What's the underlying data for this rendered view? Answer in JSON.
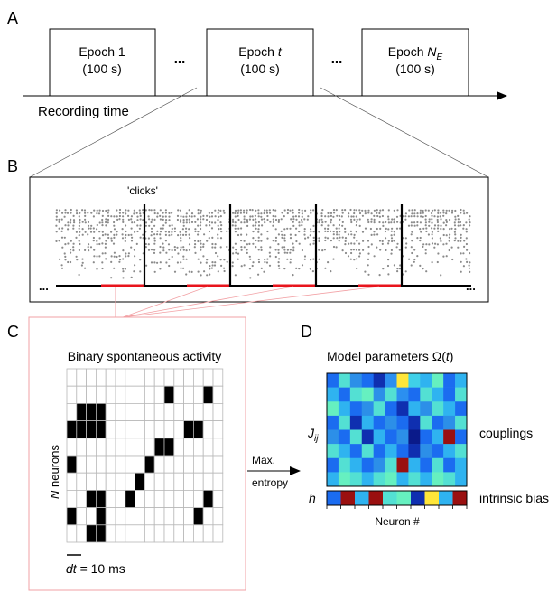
{
  "panels": {
    "a": "A",
    "b": "B",
    "c": "C",
    "d": "D"
  },
  "epochs": [
    {
      "line1": "Epoch 1",
      "line2": "(100 s)"
    },
    {
      "line1": "Epoch ",
      "line1_italic": "t",
      "line2": "(100 s)"
    },
    {
      "line1": "Epoch ",
      "line1_italic": "N",
      "line1_sub": "E",
      "line2": "(100 s)"
    }
  ],
  "ellipsis": "...",
  "timeline_label": "Recording time",
  "clicks_label": "'clicks'",
  "binary": {
    "title": "Binary spontaneous activity",
    "ylabel_italic": "N",
    "ylabel_rest": " neurons",
    "dt_italic": "dt",
    "dt_rest": " = 10 ms",
    "grid": [
      [
        0,
        0,
        0,
        0,
        0,
        0,
        0,
        0,
        0,
        0,
        0,
        0,
        0,
        0,
        0,
        0
      ],
      [
        0,
        0,
        0,
        0,
        0,
        0,
        0,
        0,
        0,
        0,
        1,
        0,
        0,
        0,
        1,
        0
      ],
      [
        0,
        1,
        1,
        1,
        0,
        0,
        0,
        0,
        0,
        0,
        0,
        0,
        0,
        0,
        0,
        0
      ],
      [
        1,
        1,
        1,
        1,
        0,
        0,
        0,
        0,
        0,
        0,
        0,
        0,
        1,
        1,
        0,
        0
      ],
      [
        0,
        0,
        0,
        0,
        0,
        0,
        0,
        0,
        0,
        1,
        1,
        0,
        0,
        0,
        0,
        0
      ],
      [
        1,
        0,
        0,
        0,
        0,
        0,
        0,
        0,
        1,
        0,
        0,
        0,
        0,
        0,
        0,
        0
      ],
      [
        0,
        0,
        0,
        0,
        0,
        0,
        0,
        1,
        0,
        0,
        0,
        0,
        0,
        0,
        0,
        0
      ],
      [
        0,
        0,
        1,
        1,
        0,
        0,
        1,
        0,
        0,
        0,
        0,
        0,
        0,
        0,
        1,
        0
      ],
      [
        1,
        0,
        0,
        1,
        0,
        0,
        0,
        0,
        0,
        0,
        0,
        0,
        0,
        1,
        0,
        0
      ],
      [
        0,
        0,
        1,
        1,
        0,
        0,
        0,
        0,
        0,
        0,
        0,
        0,
        0,
        0,
        0,
        0
      ]
    ]
  },
  "maxent_line1": "Max.",
  "maxent_line2": "entropy",
  "model": {
    "title_prefix": "Model parameters ",
    "omega": "Ω",
    "t_open": "(",
    "t_italic": "t",
    "t_close": ")",
    "J_label": "J",
    "J_sub": "ij",
    "h_label": "h",
    "couplings_label": "couplings",
    "bias_label": "intrinsic bias",
    "xlabel": "Neuron #",
    "J_colors": [
      [
        "#1b6cf0",
        "#53e0d3",
        "#2c8fe8",
        "#1b6cf0",
        "#0f2fb0",
        "#2b8ff0",
        "#ffe63a",
        "#3fd0e8",
        "#2fb3f0",
        "#66f0c0",
        "#1b6cf0",
        "#2fb3f0"
      ],
      [
        "#2fb3f0",
        "#1b6cf0",
        "#53e0d3",
        "#66f0c0",
        "#2c8fe8",
        "#53e0d3",
        "#2b8ff0",
        "#1b6cf0",
        "#53e0d3",
        "#2fb3f0",
        "#1b6cf0",
        "#53e0d3"
      ],
      [
        "#66f0c0",
        "#2fb3f0",
        "#1b6cf0",
        "#2c8fe8",
        "#53e0d3",
        "#1b6cf0",
        "#0f2fb0",
        "#2fb3f0",
        "#2c8fe8",
        "#53e0d3",
        "#2fb3f0",
        "#1b6cf0"
      ],
      [
        "#1b6cf0",
        "#53e0d3",
        "#0f2fb0",
        "#2fb3f0",
        "#1b6cf0",
        "#2c8fe8",
        "#1b6cf0",
        "#0f2fb0",
        "#53e0d3",
        "#1b6cf0",
        "#2c8fe8",
        "#53e0d3"
      ],
      [
        "#2c8fe8",
        "#1b6cf0",
        "#53e0d3",
        "#0f2fb0",
        "#2fb3f0",
        "#1b6cf0",
        "#2c8fe8",
        "#0a1a8a",
        "#1b6cf0",
        "#2fb3f0",
        "#9a1010",
        "#1b6cf0"
      ],
      [
        "#53e0d3",
        "#2fb3f0",
        "#1b6cf0",
        "#53e0d3",
        "#1b6cf0",
        "#2fb3f0",
        "#1b6cf0",
        "#0f2fb0",
        "#2c8fe8",
        "#1b6cf0",
        "#2fb3f0",
        "#53e0d3"
      ],
      [
        "#1b6cf0",
        "#53e0d3",
        "#2fb3f0",
        "#1b6cf0",
        "#2c8fe8",
        "#53e0d3",
        "#9a1010",
        "#2fb3f0",
        "#1b6cf0",
        "#53e0d3",
        "#1b6cf0",
        "#2fb3f0"
      ],
      [
        "#2fb3f0",
        "#66f0c0",
        "#53e0d3",
        "#2fb3f0",
        "#53e0d3",
        "#66f0c0",
        "#2fb3f0",
        "#53e0d3",
        "#2fb3f0",
        "#66f0c0",
        "#53e0d3",
        "#2fb3f0"
      ]
    ],
    "h_colors": [
      "#1b6cf0",
      "#9a1010",
      "#2fb3f0",
      "#9a1010",
      "#53e0d3",
      "#66f0c0",
      "#0f2fb0",
      "#ffe63a",
      "#2fb3f0",
      "#9a1010"
    ]
  },
  "colors": {
    "red": "#e8141c",
    "pink": "#f2a0a4",
    "dot": "#8a8a8a",
    "gridline": "#b8b8b8"
  }
}
